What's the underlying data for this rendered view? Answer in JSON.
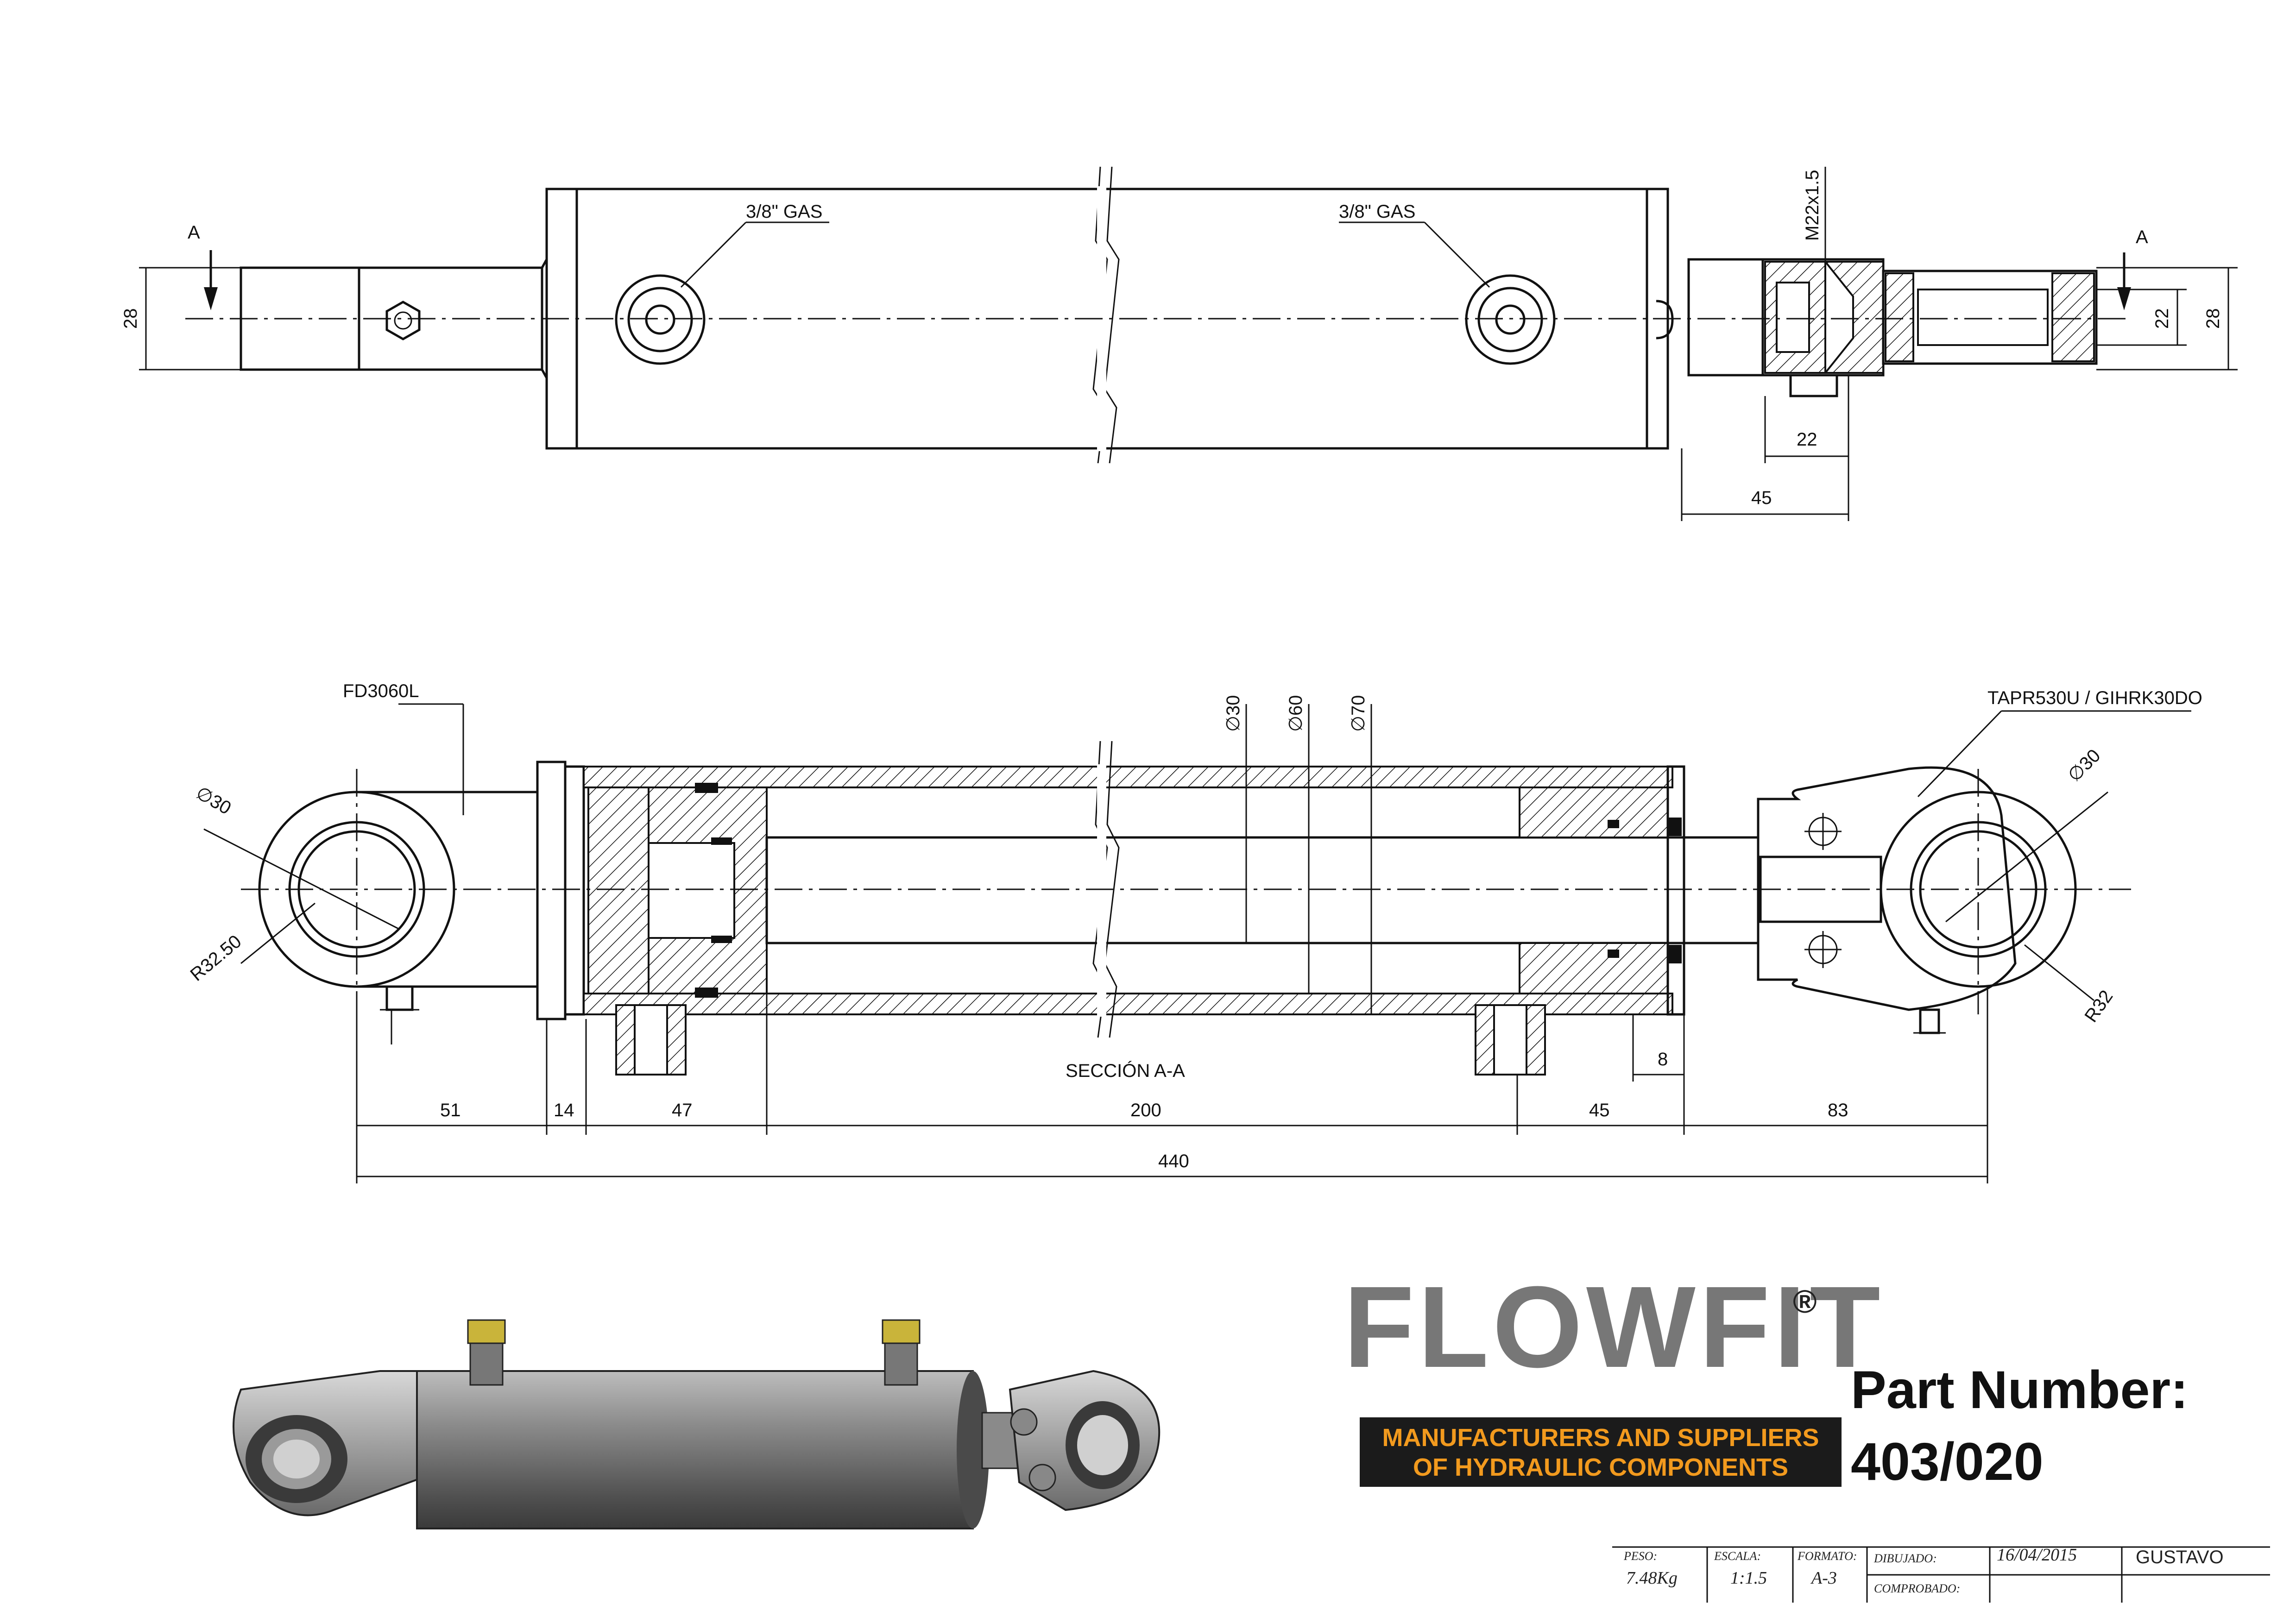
{
  "top_view": {
    "section_mark_left": "A",
    "section_mark_right": "A",
    "port_left_label": "3/8\" GAS",
    "port_right_label": "3/8\" GAS",
    "thread_label": "M22x1.5",
    "dim_rod_end_height": "28",
    "dim_clevis_inner": "22",
    "dim_clevis_outer": "28",
    "dim_bolt": "22",
    "dim_clevis_len": "45"
  },
  "section_view": {
    "part_left_label": "FD3060L",
    "part_right_label": "TAPR530U / GIHRK30DO",
    "dia_bore_left": "∅30",
    "dia_bore_right": "∅30",
    "dia_rod": "∅30",
    "dia_piston": "∅60",
    "dia_tube": "∅70",
    "radius_left": "R32.50",
    "radius_right": "R32",
    "section_title": "SECCIÓN A-A",
    "dim_8": "8",
    "dims": [
      "51",
      "14",
      "47",
      "200",
      "45",
      "83"
    ],
    "dim_total": "440"
  },
  "brand": {
    "logo": "FLOWFIT",
    "registered": "®",
    "tagline_1": "MANUFACTURERS AND SUPPLIERS",
    "tagline_2": "OF HYDRAULIC COMPONENTS"
  },
  "part": {
    "label": "Part Number:",
    "number": "403/020"
  },
  "title_block": {
    "peso_label": "PESO:",
    "peso_value": "7.48Kg",
    "escala_label": "ESCALA:",
    "escala_value": "1:1.5",
    "formato_label": "FORMATO:",
    "formato_value": "A-3",
    "dibujado_label": "DIBUJADO:",
    "dibujado_date": "16/04/2015",
    "dibujado_name": "GUSTAVO",
    "comprobado_label": "COMPROBADO:"
  },
  "colors": {
    "line": "#111111",
    "logo_grey": "#777777",
    "tagline_bg": "#1b1b1b",
    "tagline_text": "#f29a1e",
    "render_body": "#6a6a6a",
    "render_fitting": "#c9b43a"
  }
}
